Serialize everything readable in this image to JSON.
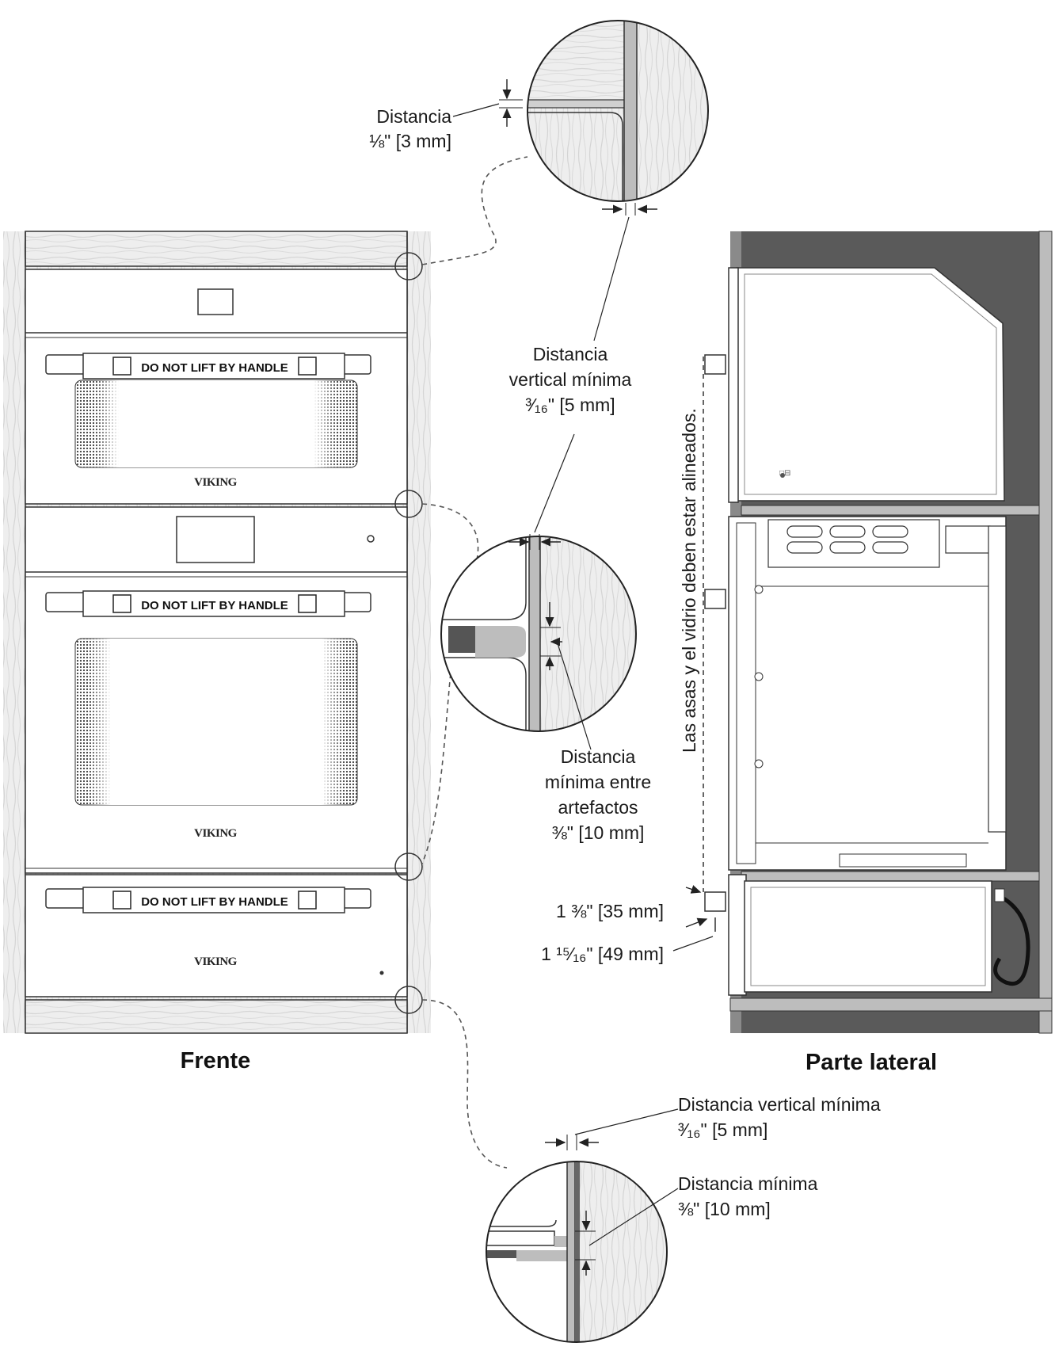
{
  "captions": {
    "front": "Frente",
    "side": "Parte lateral"
  },
  "handle_label": "DO NOT LIFT BY HANDLE",
  "brand_label": "VIKING",
  "callouts": {
    "top_gap": {
      "line1": "Distancia",
      "line2": "⅛\" [3 mm]"
    },
    "vertical_min_1": {
      "line1": "Distancia",
      "line2": "vertical mínima",
      "line3": "³⁄₁₆\" [5 mm]"
    },
    "between_appliances": {
      "line1": "Distancia",
      "line2": "mínima entre",
      "line3": "artefactos",
      "line4": "⅜\" [10 mm]"
    },
    "vertical_min_2": {
      "line1": "Distancia vertical mínima",
      "line2": "³⁄₁₆\" [5 mm]"
    },
    "min_gap": {
      "line1": "Distancia mínima",
      "line2": "⅜\" [10 mm]"
    },
    "depth_35": "1 ⅜\" [35 mm]",
    "depth_49": "1 ¹⁵⁄₁₆\" [49 mm]",
    "alignment_note": "Las asas y el vidrio deben estar alineados."
  },
  "colors": {
    "line": "#222222",
    "wood": "#ececec",
    "cabinet_dark": "#5a5a5a",
    "panel_gray": "#9a9a9a"
  }
}
